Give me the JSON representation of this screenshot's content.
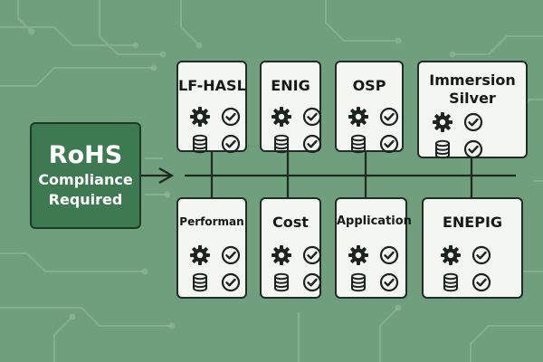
{
  "source": {
    "title": "RoHS",
    "line1": "Compliance",
    "line2": "Required"
  },
  "top_cards": [
    {
      "title": "LF-HASL",
      "icons": [
        "gear-icon",
        "check-circle-icon",
        "database-icon",
        "check-circle-icon"
      ]
    },
    {
      "title": "ENIG",
      "icons": [
        "gear-icon",
        "check-circle-icon",
        "database-icon",
        "check-circle-icon"
      ]
    },
    {
      "title": "OSP",
      "icons": [
        "gear-icon",
        "check-circle-icon",
        "database-icon",
        "check-circle-icon"
      ]
    },
    {
      "title_line1": "Immersion",
      "title_line2": "Silver",
      "icons": [
        "gear-icon",
        "check-circle-icon",
        "database-icon",
        "check-circle-icon"
      ]
    }
  ],
  "bottom_cards": [
    {
      "title": "Performan",
      "icons": [
        "gear-icon",
        "check-circle-icon",
        "database-icon",
        "check-circle-icon"
      ]
    },
    {
      "title": "Cost",
      "icons": [
        "gear-icon",
        "check-circle-icon",
        "database-icon",
        "check-circle-icon"
      ]
    },
    {
      "title": "Application",
      "icons": [
        "gear-icon",
        "check-circle-icon",
        "database-icon",
        "check-circle-icon"
      ]
    },
    {
      "title": "ENEPIG",
      "icons": [
        "gear-icon",
        "check-circle-icon",
        "database-icon",
        "check-circle-icon"
      ]
    }
  ],
  "colors": {
    "background": "#6f9f7c",
    "trace": "#8cb597",
    "source_fill": "#3d7a52",
    "card_fill": "#f4f6f2",
    "outline": "#222b26"
  }
}
